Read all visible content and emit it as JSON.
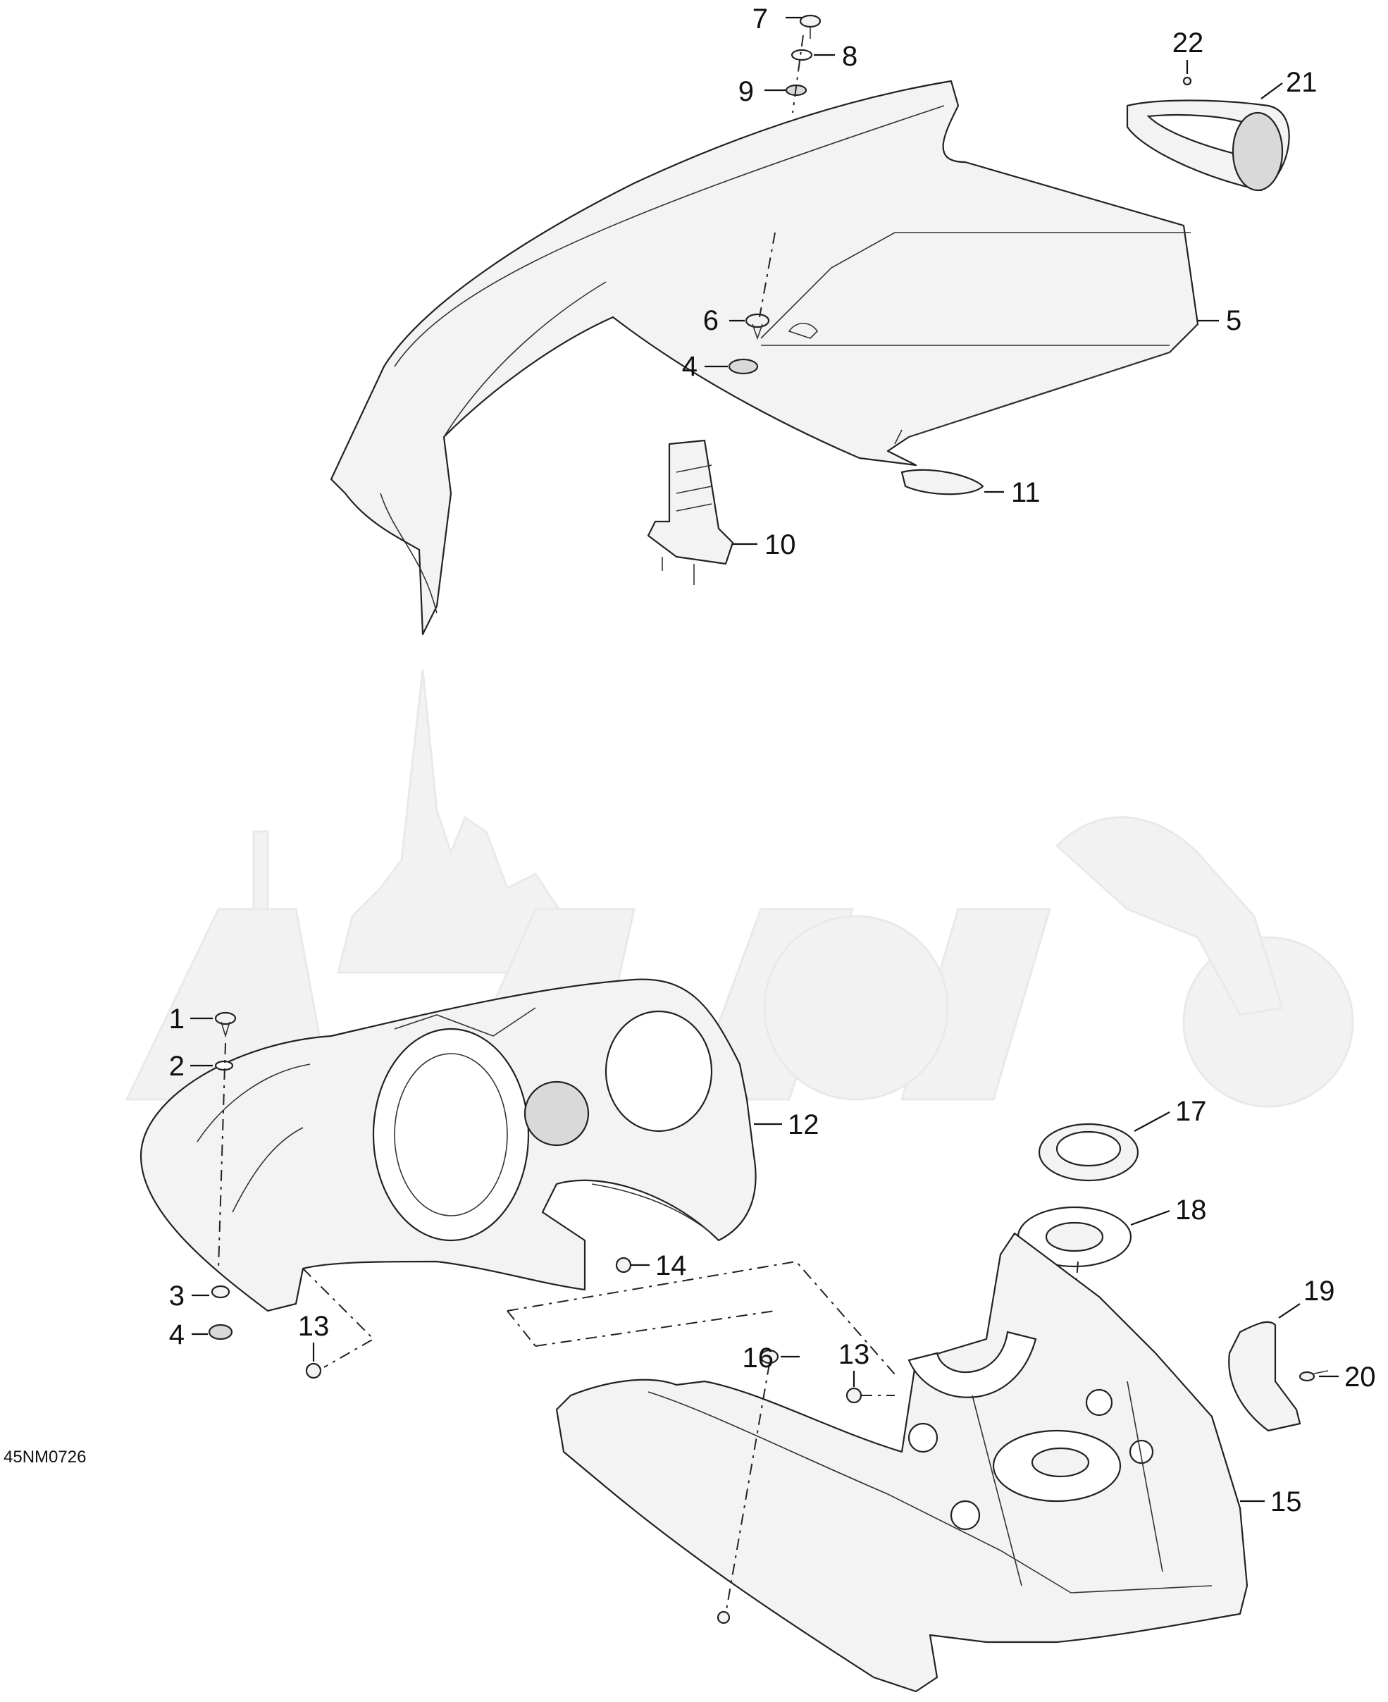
{
  "diagram_code": "45NM0726",
  "watermark_color": "#e6e6e6",
  "line_color": "#222222",
  "callouts": [
    {
      "label": "7"
    },
    {
      "label": "8"
    },
    {
      "label": "9"
    },
    {
      "label": "22"
    },
    {
      "label": "21"
    },
    {
      "label": "6"
    },
    {
      "label": "5"
    },
    {
      "label": "4"
    },
    {
      "label": "11"
    },
    {
      "label": "10"
    },
    {
      "label": "1"
    },
    {
      "label": "2"
    },
    {
      "label": "12"
    },
    {
      "label": "17"
    },
    {
      "label": "18"
    },
    {
      "label": "3"
    },
    {
      "label": "14"
    },
    {
      "label": "4"
    },
    {
      "label": "19"
    },
    {
      "label": "13"
    },
    {
      "label": "16"
    },
    {
      "label": "13"
    },
    {
      "label": "20"
    },
    {
      "label": "15"
    }
  ]
}
